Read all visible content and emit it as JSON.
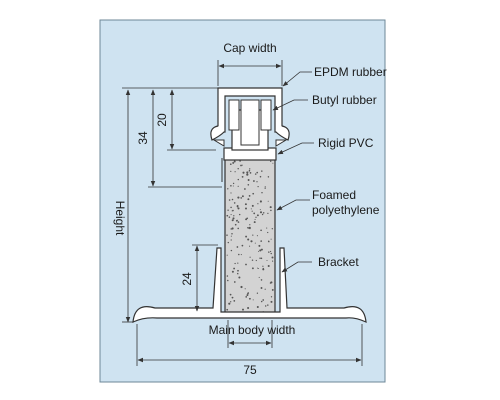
{
  "diagram": {
    "labels": {
      "cap_width": "Cap width",
      "epdm_rubber": "EPDM rubber",
      "butyl_rubber": "Butyl rubber",
      "rigid_pvc": "Rigid PVC",
      "foamed_line1": "Foamed",
      "foamed_line2": "polyethylene",
      "bracket": "Bracket",
      "main_body_width": "Main body width",
      "height": "Height"
    },
    "dimensions": {
      "overall_width": "75",
      "cap_height": "20",
      "upper_height": "34",
      "bracket_height": "24"
    },
    "colors": {
      "panel": "#cfe3f1",
      "line": "#333333",
      "foam": "#d3d3d3",
      "part_fill": "#ffffff"
    }
  }
}
